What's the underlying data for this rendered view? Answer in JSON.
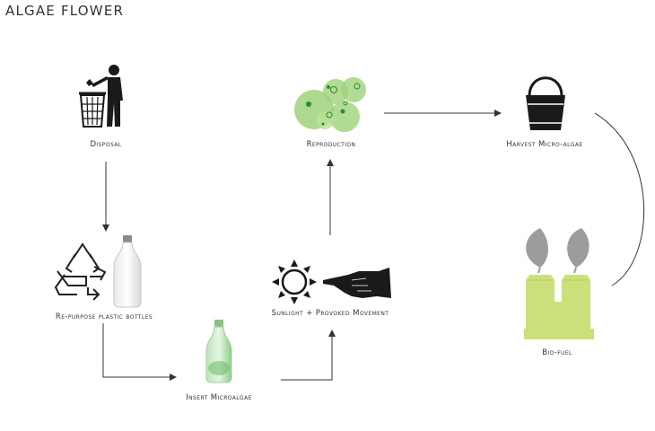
{
  "title": "ALGAE FLOWER",
  "steps": {
    "disposal": "Disposal",
    "reproduction": "Reproduction",
    "harvest": "Harvest Micro-algae",
    "repurpose": "Re-purpose plastic bottles",
    "sunlight": "Sunlight + Provoked Movement",
    "insert": "Insert Microalgae",
    "biofuel": "Bio-fuel"
  },
  "icons": {
    "disposal": "trash-person-icon",
    "reproduction": "algae-cells-icon",
    "harvest": "bucket-icon",
    "repurpose_recycle": "recycle-icon",
    "repurpose_bottle": "plastic-bottle-icon",
    "insert": "green-bottle-icon",
    "sun": "sun-icon",
    "hand": "pointing-hand-icon",
    "biofuel": "bio-fuel-plant-icon"
  },
  "colors": {
    "algae_green": "#9fd27a",
    "algae_dark": "#2e8b2e",
    "biofuel_green": "#cbe07a",
    "leaf_gray": "#9c9c9c",
    "bottle_green": "#a8d6a4",
    "line": "#333333"
  }
}
